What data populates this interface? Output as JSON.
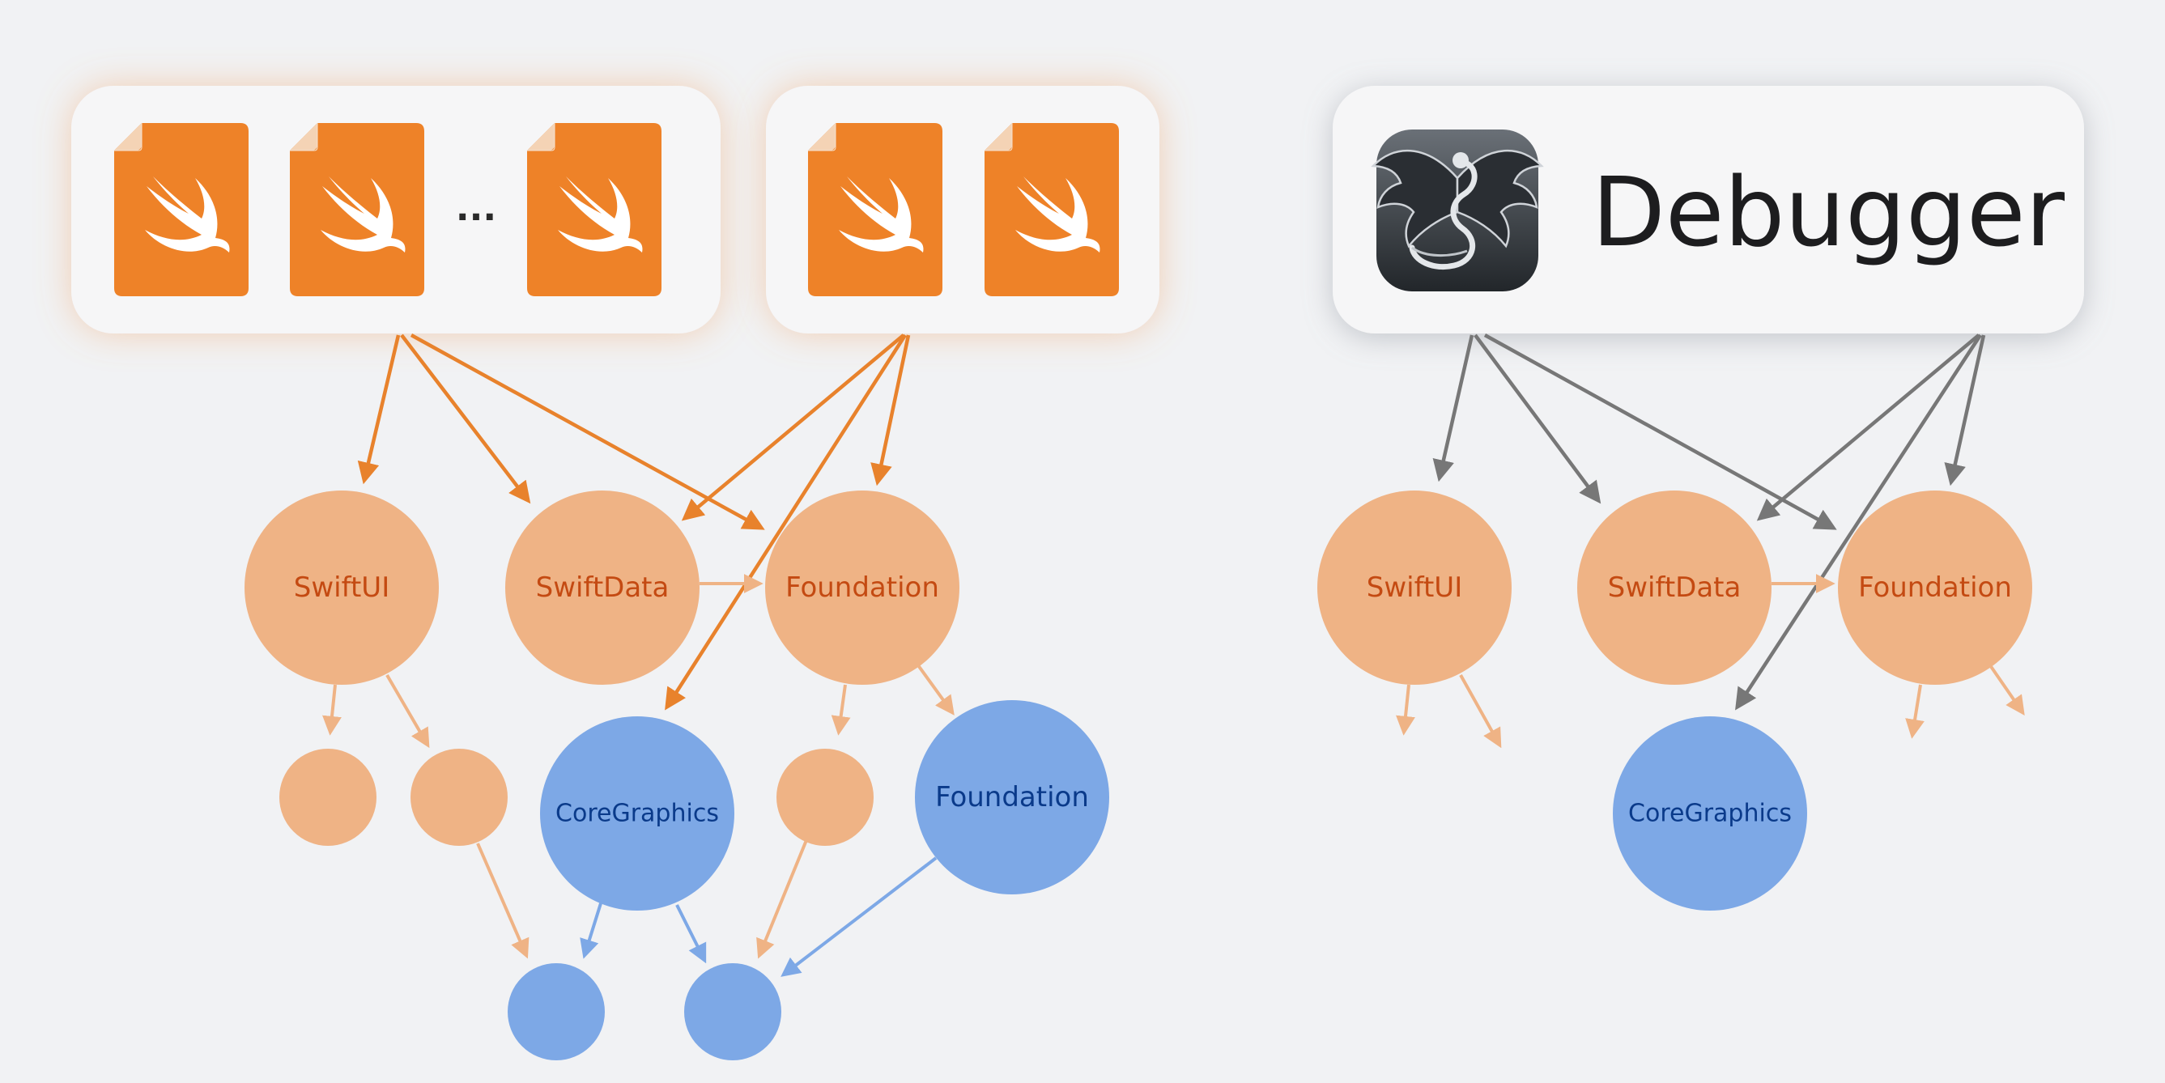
{
  "colors": {
    "background": "#f1f2f4",
    "swift_orange": "#ee8228",
    "module_orange": "#efb385",
    "module_blue": "#7da8e6",
    "arrow_orange": "#e8822c",
    "arrow_light_orange": "#efb385",
    "arrow_blue": "#7da8e6",
    "arrow_gray": "#777777",
    "label_orange": "#c44a12",
    "label_blue": "#0a3a8a"
  },
  "left_diagram": {
    "source_group_1": {
      "files": [
        "swift-file-icon",
        "swift-file-icon",
        "swift-file-icon"
      ],
      "ellipsis": "..."
    },
    "source_group_2": {
      "files": [
        "swift-file-icon",
        "swift-file-icon"
      ]
    },
    "modules": {
      "swiftui": "SwiftUI",
      "swiftdata": "SwiftData",
      "foundation": "Foundation",
      "coregraphics": "CoreGraphics",
      "foundation_blue": "Foundation"
    }
  },
  "right_diagram": {
    "debugger": {
      "title": "Debugger",
      "icon": "lldb-dragon-icon"
    },
    "modules": {
      "swiftui": "SwiftUI",
      "swiftdata": "SwiftData",
      "foundation": "Foundation",
      "coregraphics": "CoreGraphics"
    }
  }
}
